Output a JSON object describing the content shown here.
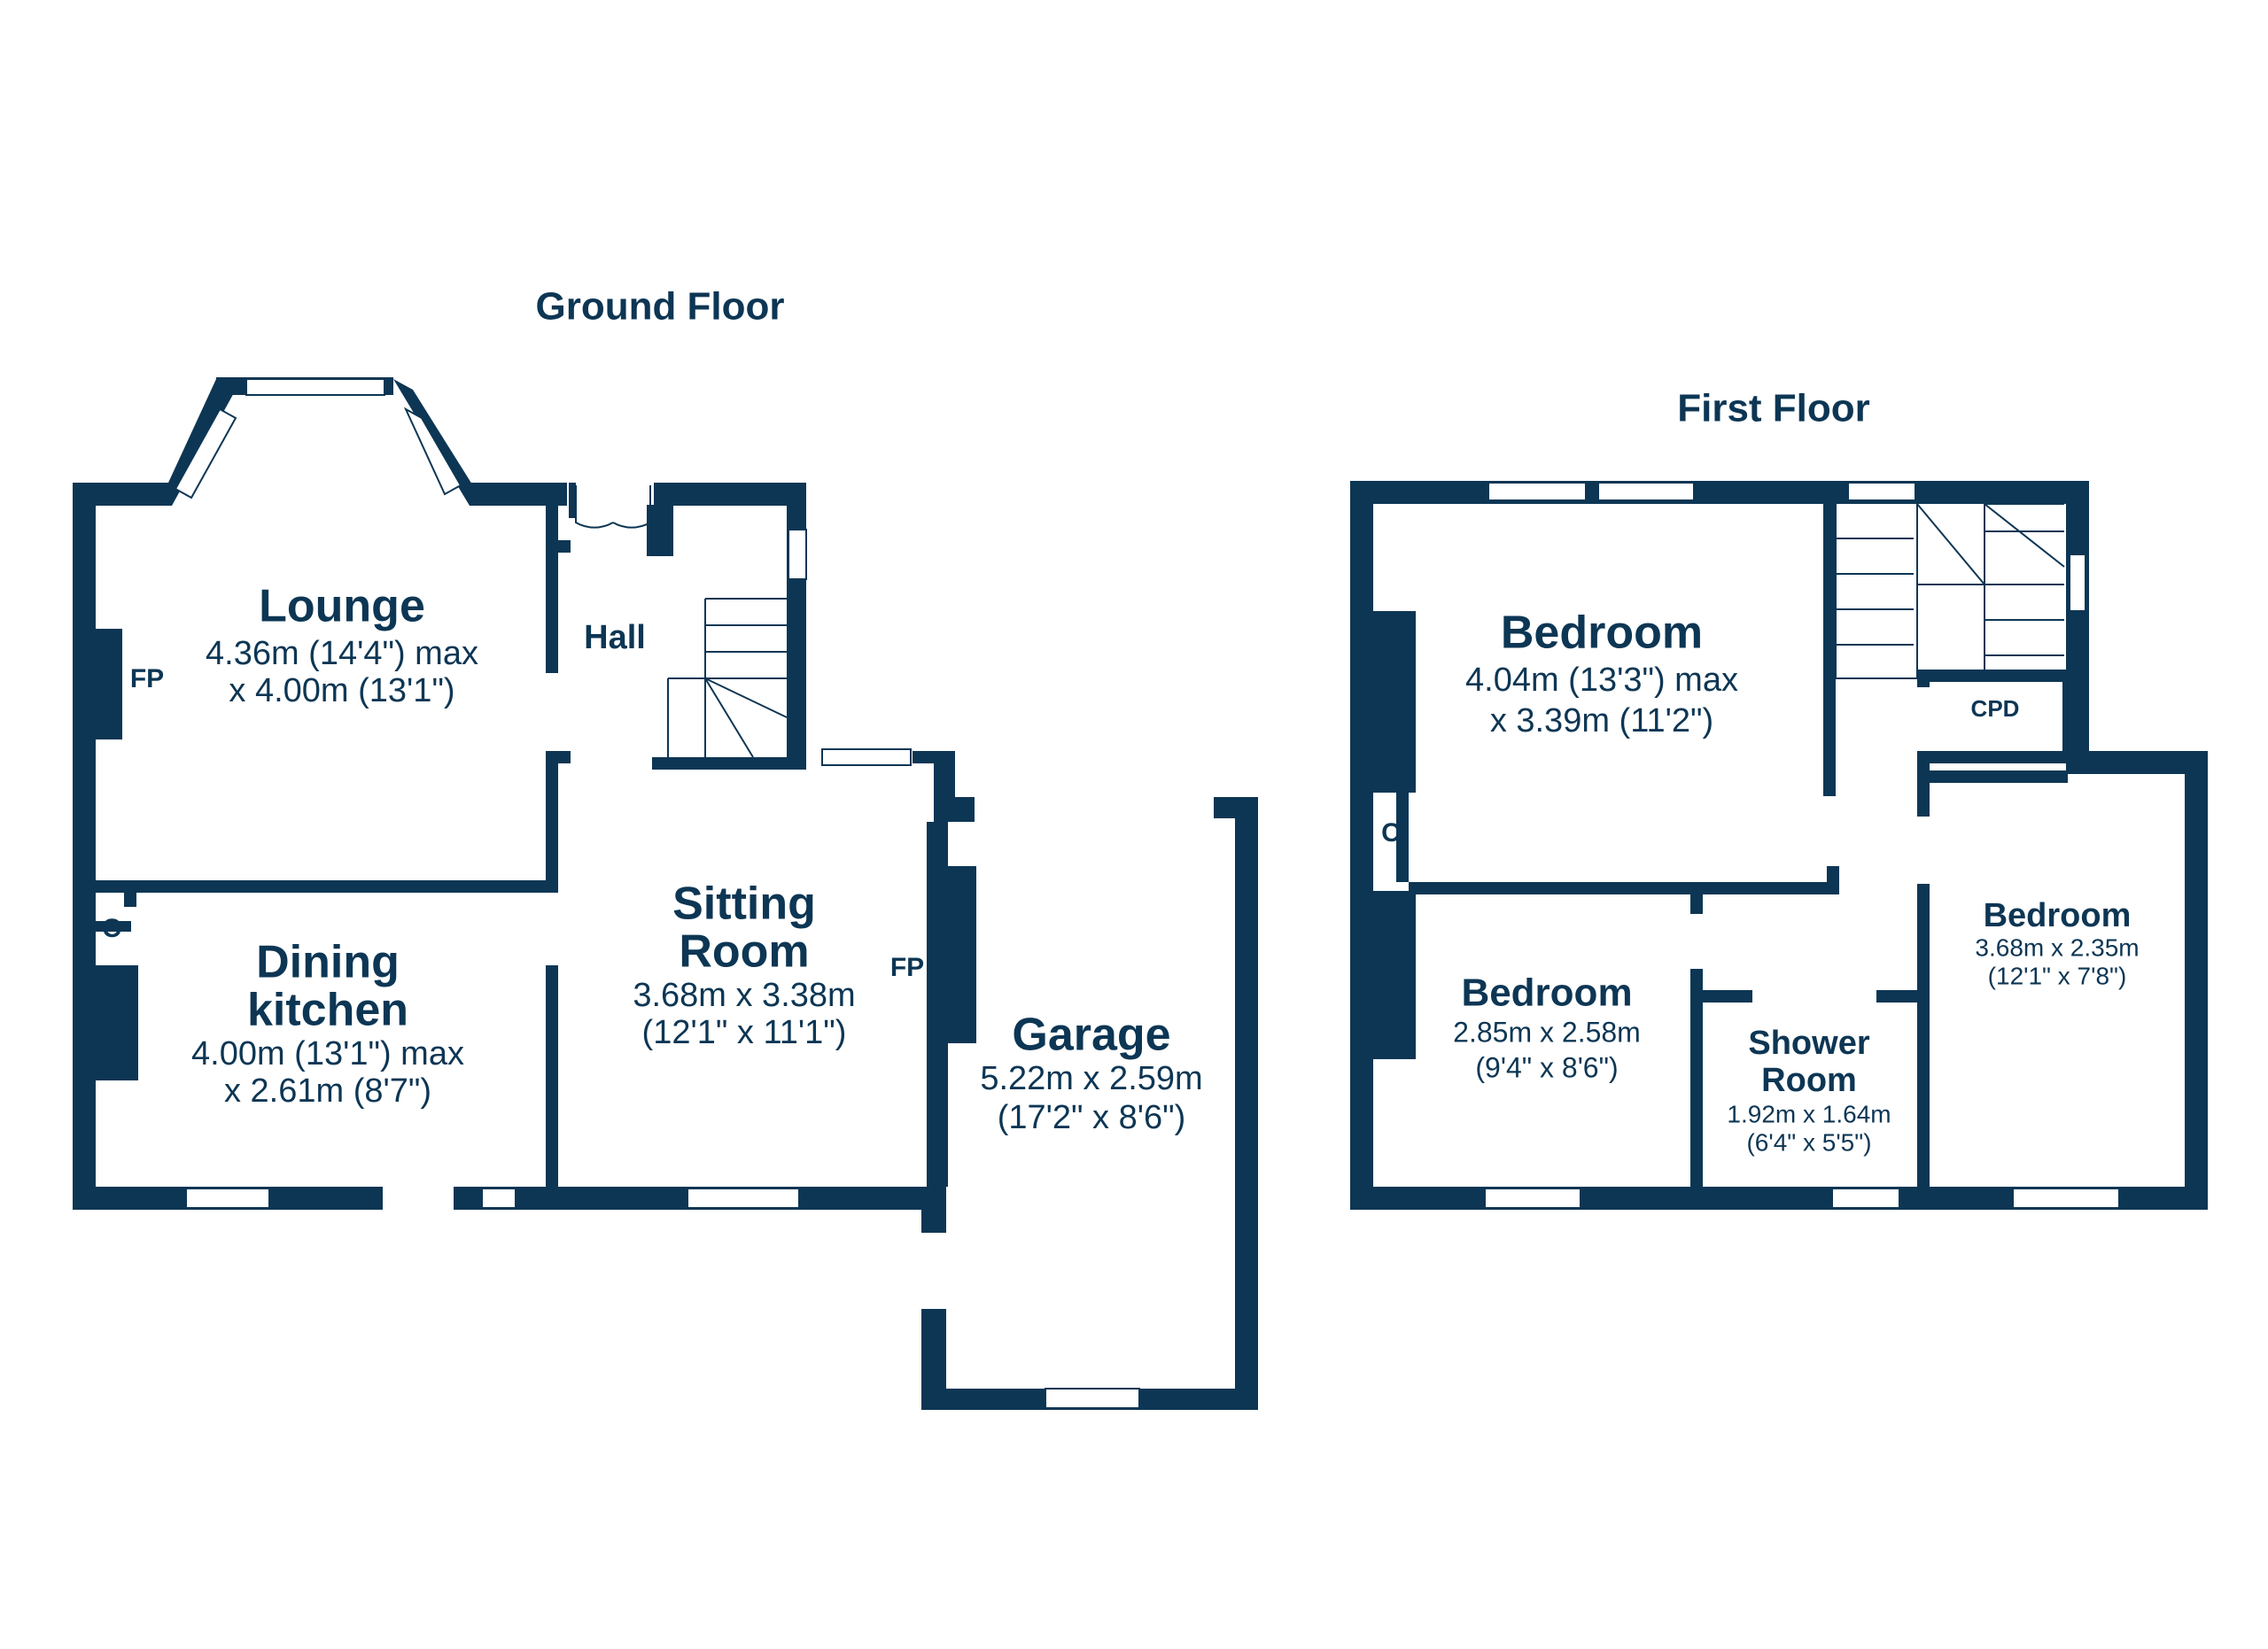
{
  "colors": {
    "wall": "#0d3654",
    "text": "#0d3654",
    "background": "#ffffff"
  },
  "floors": {
    "ground": {
      "title": "Ground Floor",
      "rooms": {
        "lounge": {
          "name": "Lounge",
          "dim1": "4.36m (14'4\") max",
          "dim2": "x 4.00m (13'1\")"
        },
        "hall": {
          "name": "Hall"
        },
        "dining": {
          "name1": "Dining",
          "name2": "kitchen",
          "dim1": "4.00m (13'1\") max",
          "dim2": "x 2.61m (8'7\")"
        },
        "sitting": {
          "name1": "Sitting",
          "name2": "Room",
          "dim1": "3.68m x 3.38m",
          "dim2": "(12'1\" x 11'1\")"
        },
        "garage": {
          "name": "Garage",
          "dim1": "5.22m x 2.59m",
          "dim2": "(17'2\" x 8'6\")"
        }
      },
      "labels": {
        "fp_lounge": "FP",
        "fp_sitting": "FP",
        "c_dining": "C"
      }
    },
    "first": {
      "title": "First Floor",
      "rooms": {
        "bedroom1": {
          "name": "Bedroom",
          "dim1": "4.04m (13'3\") max",
          "dim2": "x 3.39m (11'2\")"
        },
        "bedroom2": {
          "name": "Bedroom",
          "dim1": "2.85m x 2.58m",
          "dim2": "(9'4\" x 8'6\")"
        },
        "shower": {
          "name1": "Shower",
          "name2": "Room",
          "dim1": "1.92m x 1.64m",
          "dim2": "(6'4\" x 5'5\")"
        },
        "bedroom3": {
          "name": "Bedroom",
          "dim1": "3.68m x 2.35m",
          "dim2": "(12'1\" x 7'8\")"
        }
      },
      "labels": {
        "cpd": "CPD",
        "c_bedroom": "C"
      }
    }
  }
}
